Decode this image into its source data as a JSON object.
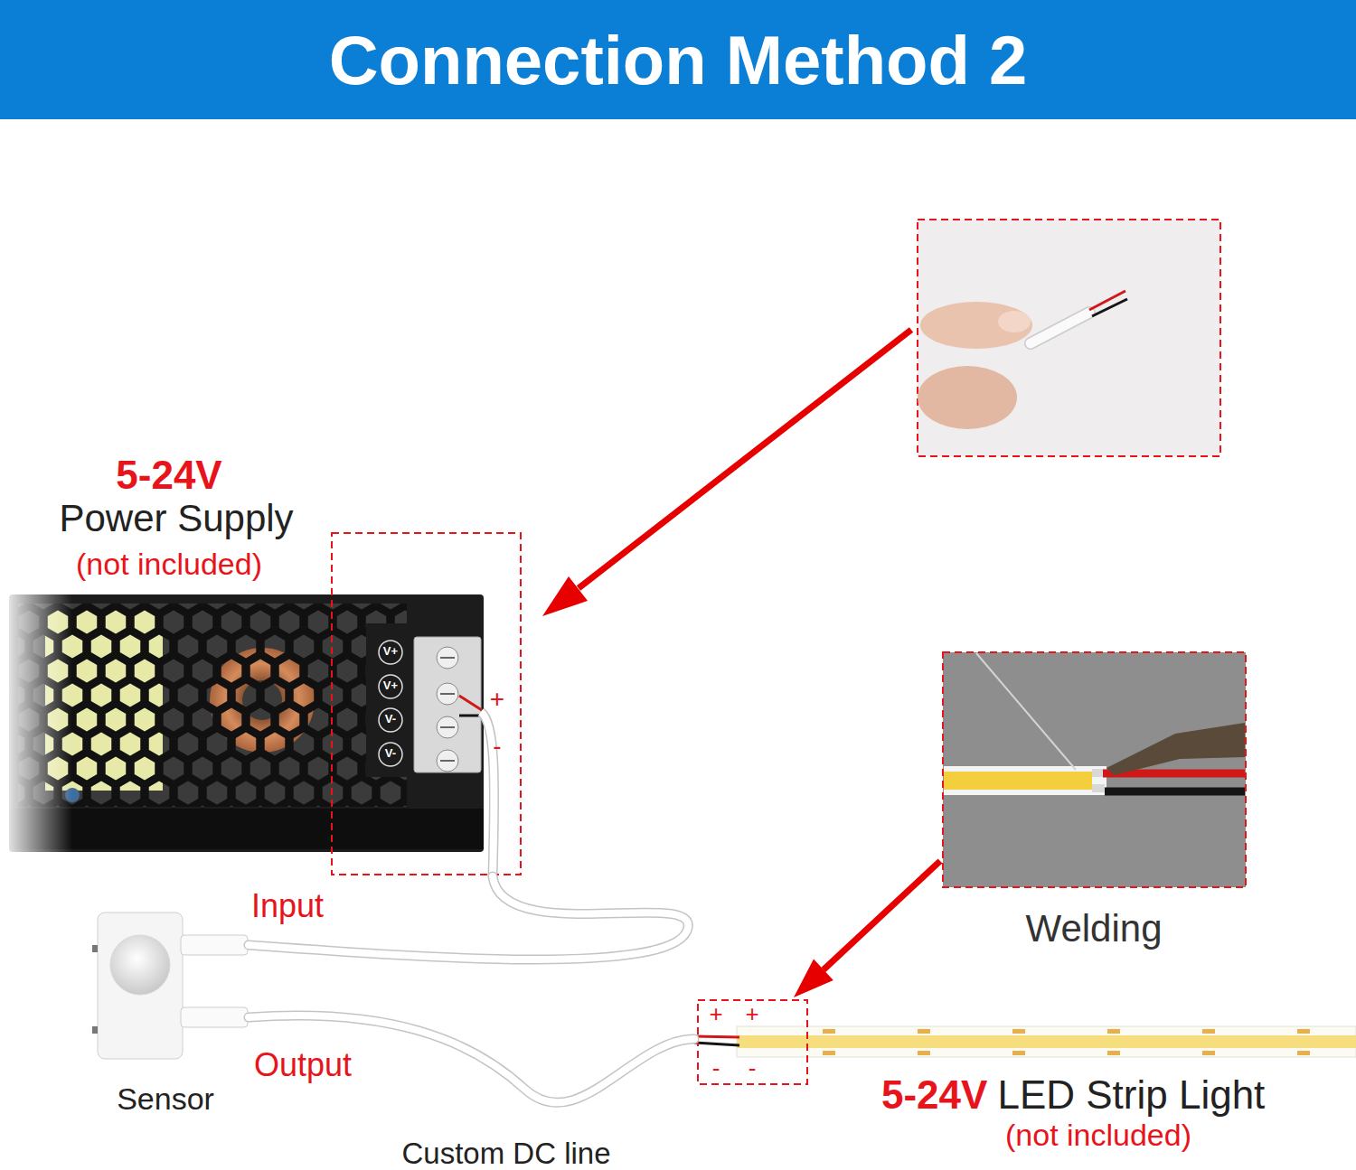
{
  "diagram": {
    "title": "Connection Method 2",
    "nodes": [
      {
        "text": [
          "5-24V",
          "Power Supply",
          "(not included)"
        ]
      },
      {
        "text": [
          "Sensor"
        ]
      },
      {
        "text": [
          "Welding"
        ]
      },
      {
        "text": [
          "5-24V",
          "LED Strip Light",
          "(not included)"
        ]
      }
    ],
    "edges": [
      {
        "from": 0,
        "to": 1,
        "arrow": "none"
      },
      {
        "from": 1,
        "to": 3,
        "arrow": "none"
      },
      {
        "from": 2,
        "to": 3,
        "arrow": "to"
      }
    ],
    "labels": [
      "V+",
      "V+",
      "V-",
      "V-",
      "+",
      "-",
      "Input",
      "Output",
      "Custom DC line",
      "+",
      "+",
      "-",
      "-"
    ]
  }
}
